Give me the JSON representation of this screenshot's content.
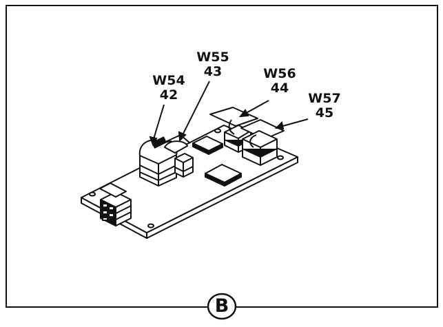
{
  "figure": {
    "view_letter": "B",
    "callouts": [
      {
        "ref": "W54",
        "item": "42"
      },
      {
        "ref": "W55",
        "item": "43"
      },
      {
        "ref": "W56",
        "item": "44"
      },
      {
        "ref": "W57",
        "item": "45"
      }
    ]
  }
}
